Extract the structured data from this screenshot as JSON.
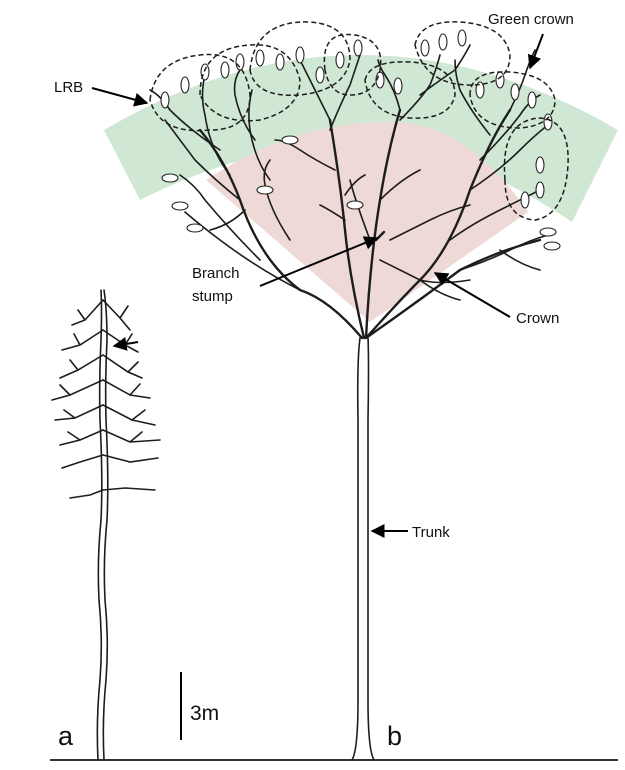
{
  "labels": {
    "green_crown": "Green crown",
    "lrb": "LRB",
    "branch_stump": [
      "Branch",
      "stump"
    ],
    "crown": "Crown",
    "trunk": "Trunk",
    "scale_bar": "3m",
    "panel_a": "a",
    "panel_b": "b"
  },
  "colors": {
    "green_crown_fill": "#cfe7d3",
    "crown_fill": "#efd9d6",
    "line": "#1d1d1d"
  }
}
